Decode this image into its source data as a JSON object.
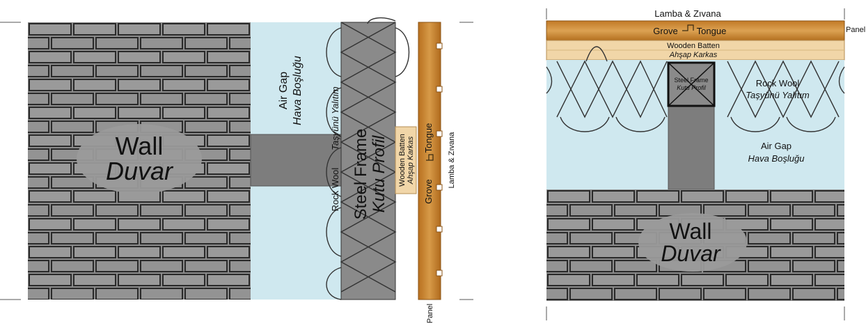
{
  "left_section": {
    "wall": {
      "title": "Wall",
      "subtitle": "Duvar"
    },
    "air_gap": {
      "title": "Air Gap",
      "subtitle": "Hava Boşluğu"
    },
    "rock_wool": {
      "title": "Rock Wool",
      "subtitle": "Taşyünü Yalıtım"
    },
    "steel_frame": {
      "title": "Steel Frame",
      "subtitle": "Kutu Profil"
    },
    "wooden_batten": {
      "title": "Wooden Batten",
      "subtitle": "Ahşap Karkas"
    },
    "grove": "Grove",
    "tongue": "Tongue",
    "lamba_zivana": "Lamba & Zıvana",
    "panel": "Panel"
  },
  "right_section": {
    "lamba_zivana": "Lamba & Zıvana",
    "grove": "Grove",
    "tongue": "Tongue",
    "panel": "Panel",
    "wooden_batten": {
      "title": "Wooden Batten",
      "subtitle": "Ahşap Karkas"
    },
    "steel_frame": {
      "title": "Steel Frame",
      "subtitle": "Kutu Profil"
    },
    "rock_wool": {
      "title": "Rock Wool",
      "subtitle": "Taşyünü Yalıtım"
    },
    "air_gap": {
      "title": "Air Gap",
      "subtitle": "Hava Boşluğu"
    },
    "wall": {
      "title": "Wall",
      "subtitle": "Duvar"
    }
  },
  "colors": {
    "wall": "#8a8a8a",
    "mortar": "#2b2b2b",
    "air_gap": "#cfe8ef",
    "steel": "#7d7d7d",
    "wood": "#c8832f",
    "batten": "#f1d6a8"
  }
}
